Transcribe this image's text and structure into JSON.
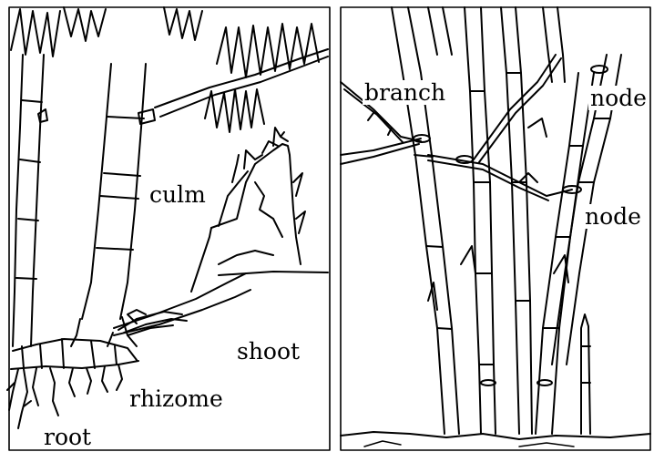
{
  "left_panel": {
    "labels": {
      "culm": "culm",
      "shoot": "shoot",
      "rhizome": "rhizome",
      "root": "root"
    }
  },
  "right_panel": {
    "labels": {
      "branch": "branch",
      "node_top": "node",
      "node_bottom": "node"
    }
  }
}
